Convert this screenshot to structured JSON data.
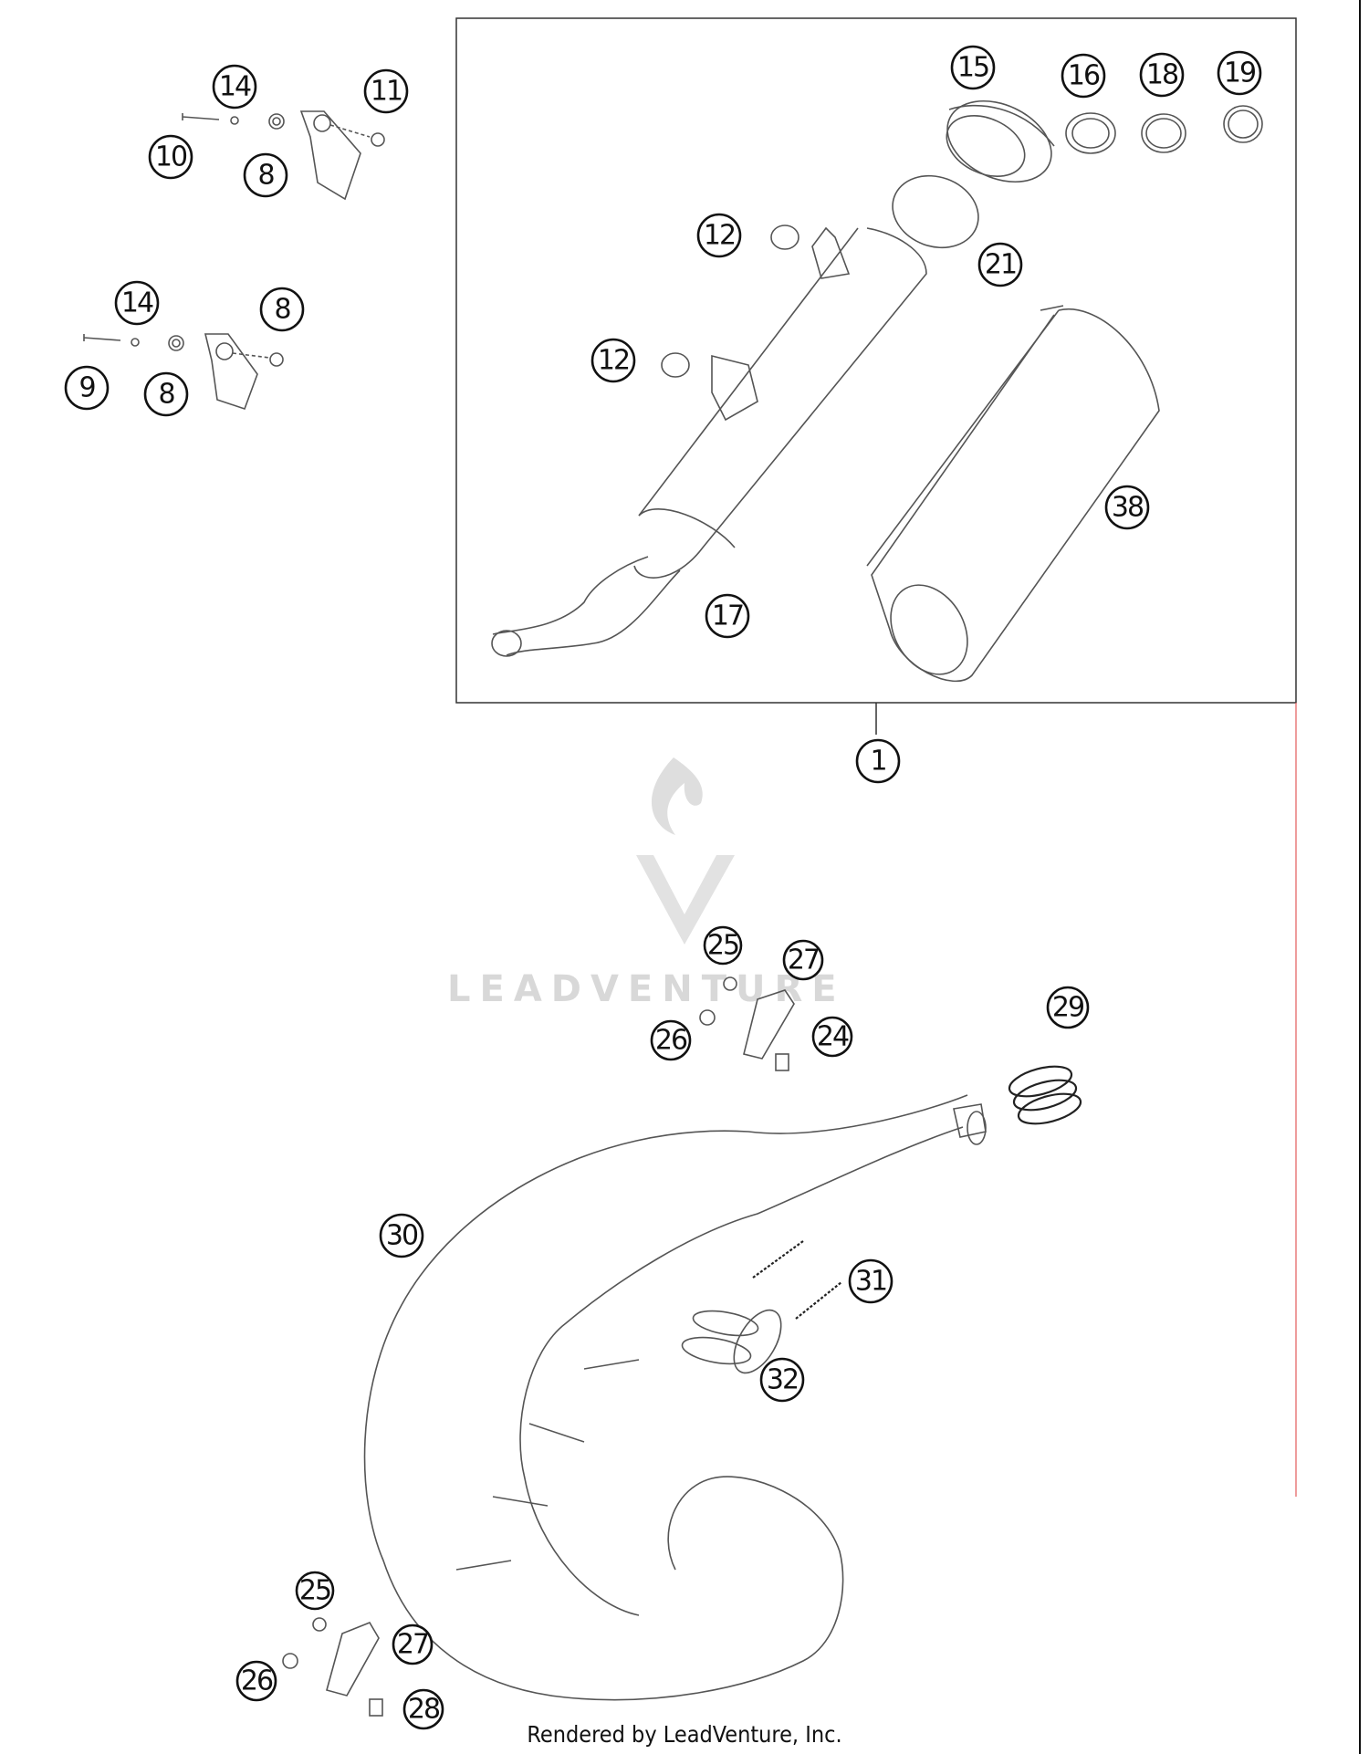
{
  "callouts": [
    {
      "id": "c14a",
      "label": "14"
    },
    {
      "id": "c11",
      "label": "11"
    },
    {
      "id": "c10",
      "label": "10"
    },
    {
      "id": "c8a",
      "label": "8"
    },
    {
      "id": "c14b",
      "label": "14"
    },
    {
      "id": "c8b",
      "label": "8"
    },
    {
      "id": "c9",
      "label": "9"
    },
    {
      "id": "c8c",
      "label": "8"
    },
    {
      "id": "c15",
      "label": "15"
    },
    {
      "id": "c16",
      "label": "16"
    },
    {
      "id": "c18",
      "label": "18"
    },
    {
      "id": "c19",
      "label": "19"
    },
    {
      "id": "c12a",
      "label": "12"
    },
    {
      "id": "c21",
      "label": "21"
    },
    {
      "id": "c12b",
      "label": "12"
    },
    {
      "id": "c38",
      "label": "38"
    },
    {
      "id": "c17",
      "label": "17"
    },
    {
      "id": "c1",
      "label": "1"
    },
    {
      "id": "c25a",
      "label": "25"
    },
    {
      "id": "c27a",
      "label": "27"
    },
    {
      "id": "c29",
      "label": "29"
    },
    {
      "id": "c26a",
      "label": "26"
    },
    {
      "id": "c24",
      "label": "24"
    },
    {
      "id": "c30",
      "label": "30"
    },
    {
      "id": "c31",
      "label": "31"
    },
    {
      "id": "c32",
      "label": "32"
    },
    {
      "id": "c25b",
      "label": "25"
    },
    {
      "id": "c27b",
      "label": "27"
    },
    {
      "id": "c26b",
      "label": "26"
    },
    {
      "id": "c28",
      "label": "28"
    }
  ],
  "watermark": {
    "text": "LEADVENTURE"
  },
  "footer": {
    "text": "Rendered by LeadVenture, Inc."
  }
}
